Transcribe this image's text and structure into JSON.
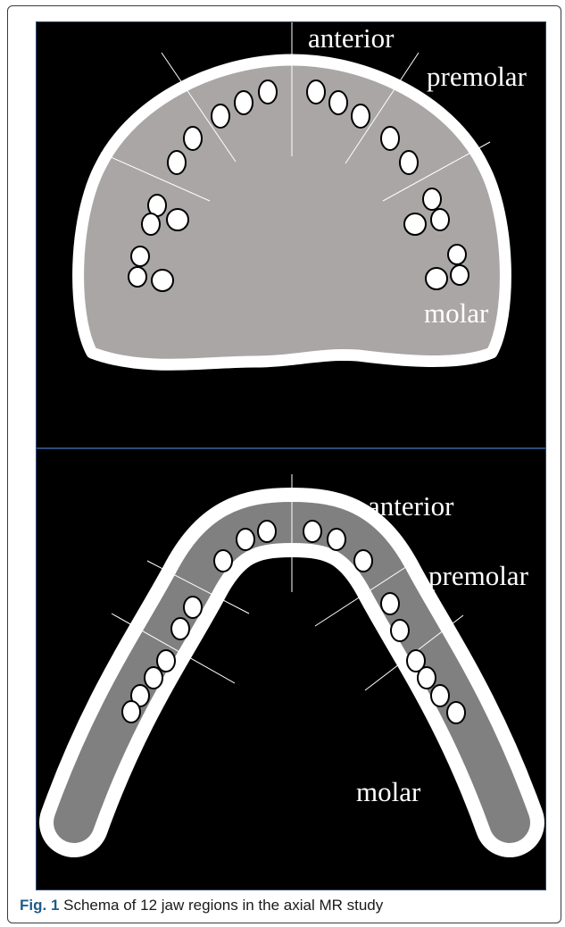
{
  "upper_jaw": {
    "label_anterior": "anterior",
    "label_premolar": "premolar",
    "label_molar": "molar"
  },
  "lower_jaw": {
    "label_anterior": "anterior",
    "label_premolar": "premolar",
    "label_molar": "molar"
  },
  "caption": {
    "label": "Fig. 1",
    "text": "Schema of 12 jaw regions in the axial MR study"
  },
  "colors": {
    "background": "#000000",
    "jaw_outline": "#ffffff",
    "upper_palate_fill": "#aaa6a6",
    "lower_arch_fill": "#808080",
    "tooth_fill": "#ffffff",
    "caption_label": "#1e5c8a"
  }
}
